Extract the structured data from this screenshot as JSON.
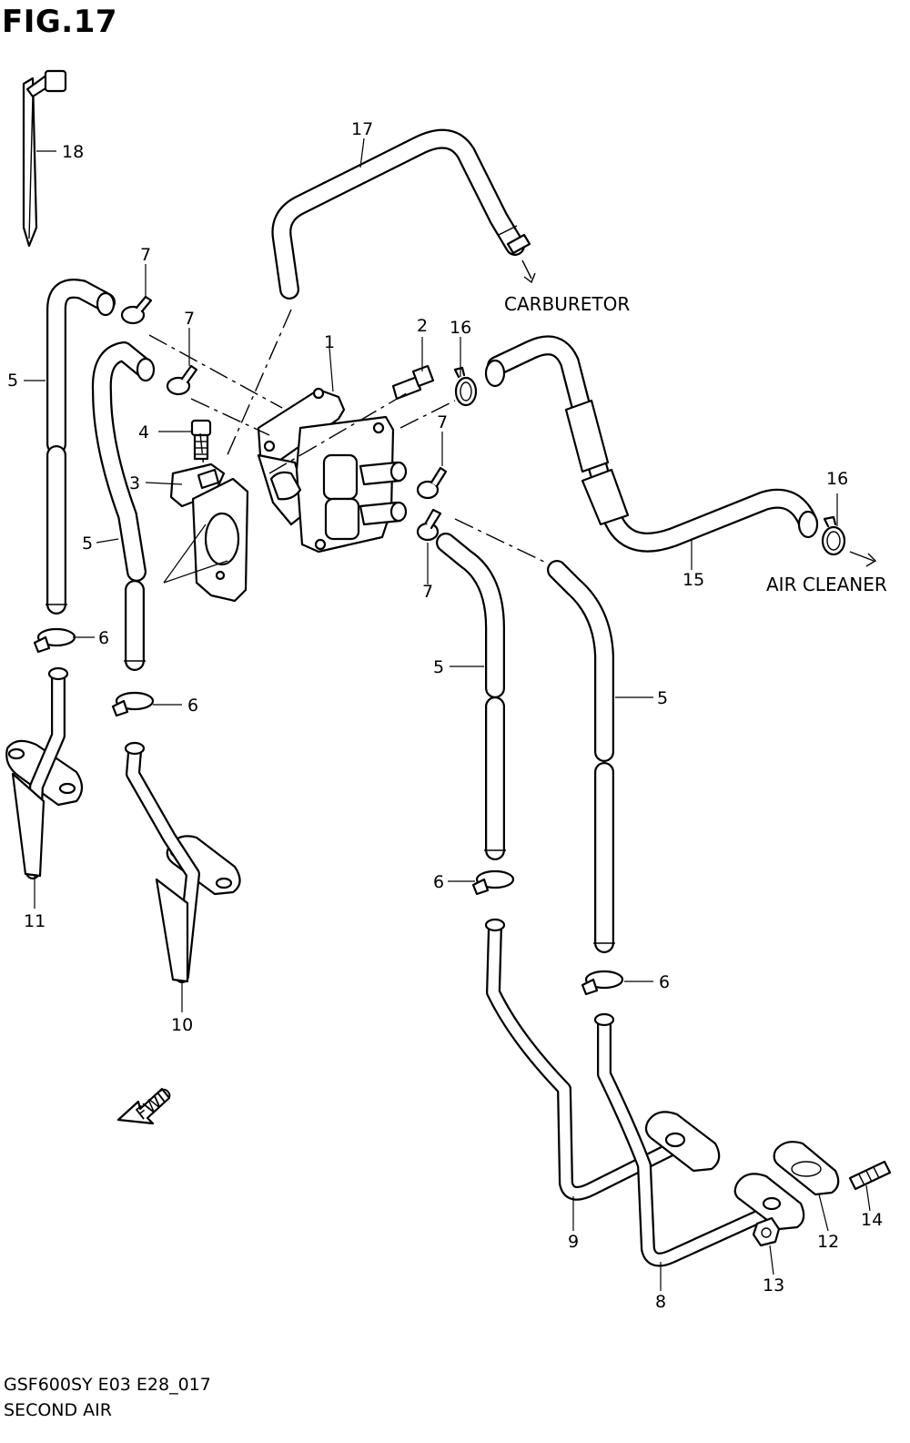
{
  "figure": {
    "title": "FIG.17",
    "model_code": "GSF600SY E03 E28_017",
    "section_name": "SECOND AIR"
  },
  "notes": {
    "carburetor": "CARBURETOR",
    "air_cleaner": "AIR CLEANER",
    "fwd": "FWD"
  },
  "callouts": {
    "n1": "1",
    "n2": "2",
    "n3": "3",
    "n4": "4",
    "n5a": "5",
    "n5b": "5",
    "n5c": "5",
    "n5d": "5",
    "n6a": "6",
    "n6b": "6",
    "n6c": "6",
    "n6d": "6",
    "n7a": "7",
    "n7b": "7",
    "n7c": "7",
    "n7d": "7",
    "n8": "8",
    "n9": "9",
    "n10": "10",
    "n11": "11",
    "n12": "12",
    "n13": "13",
    "n14": "14",
    "n15": "15",
    "n16a": "16",
    "n16b": "16",
    "n17": "17",
    "n18": "18"
  }
}
